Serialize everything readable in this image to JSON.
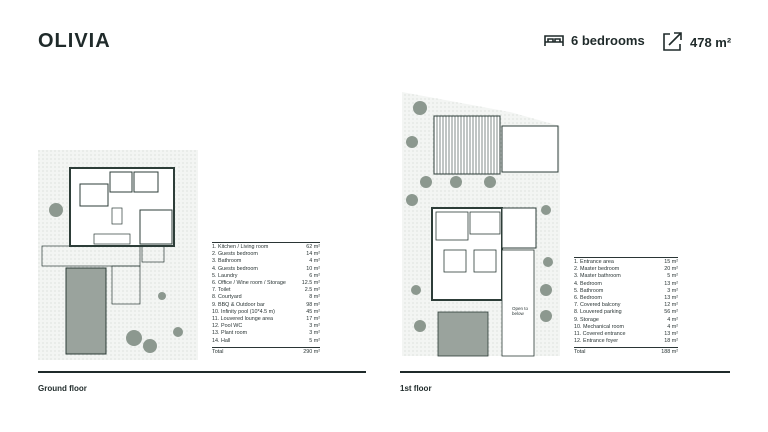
{
  "header": {
    "title": "OLIVIA",
    "bedrooms": "6 bedrooms",
    "area": "478 m²"
  },
  "icons": {
    "bed": "bed-icon",
    "area": "area-expand-icon"
  },
  "colors": {
    "walls": "#2d3d38",
    "vegetation": "#8c988f",
    "pool": "#9aa39d",
    "paving": "#e9ece9"
  },
  "ground_floor": {
    "label": "Ground floor",
    "total_label": "Total",
    "total_value": "290 m²",
    "rooms": [
      {
        "label": "1.  Kitchen / Living room",
        "value": "62 m²"
      },
      {
        "label": "2.  Guests bedroom",
        "value": "14 m²"
      },
      {
        "label": "3.  Bathroom",
        "value": "4 m²"
      },
      {
        "label": "4.  Guests bedroom",
        "value": "10 m²"
      },
      {
        "label": "5.  Laundry",
        "value": "6 m²"
      },
      {
        "label": "6.  Office / Wine room / Storage",
        "value": "12.5 m²"
      },
      {
        "label": "7.  Toilet",
        "value": "2.5 m²"
      },
      {
        "label": "8.  Courtyard",
        "value": "8 m²"
      },
      {
        "label": "9.  BBQ & Outdoor bar",
        "value": "98 m²"
      },
      {
        "label": "10. Infinity pool (10*4.5 m)",
        "value": "45 m²"
      },
      {
        "label": "11. Louvered lounge area",
        "value": "17 m²"
      },
      {
        "label": "12. Pool WC",
        "value": "3 m²"
      },
      {
        "label": "13. Plant room",
        "value": "3 m²"
      },
      {
        "label": "14. Hall",
        "value": "5 m²"
      }
    ]
  },
  "first_floor": {
    "label": "1st floor",
    "total_label": "Total",
    "total_value": "188 m²",
    "open_label": "Open to below",
    "rooms": [
      {
        "label": "1.  Entrance area",
        "value": "15 m²"
      },
      {
        "label": "2.  Master bedroom",
        "value": "20 m²"
      },
      {
        "label": "3.  Master bathroom",
        "value": "5 m²"
      },
      {
        "label": "4.  Bedroom",
        "value": "13 m²"
      },
      {
        "label": "5.  Bathroom",
        "value": "3 m²"
      },
      {
        "label": "6.  Bedroom",
        "value": "13 m²"
      },
      {
        "label": "7.  Covered balcony",
        "value": "12 m²"
      },
      {
        "label": "8.  Louvered parking",
        "value": "56 m²"
      },
      {
        "label": "9.  Storage",
        "value": "4 m²"
      },
      {
        "label": "10. Mechanical room",
        "value": "4 m²"
      },
      {
        "label": "11. Covered entrance",
        "value": "13 m²"
      },
      {
        "label": "12. Entrance foyer",
        "value": "18 m²"
      }
    ]
  }
}
